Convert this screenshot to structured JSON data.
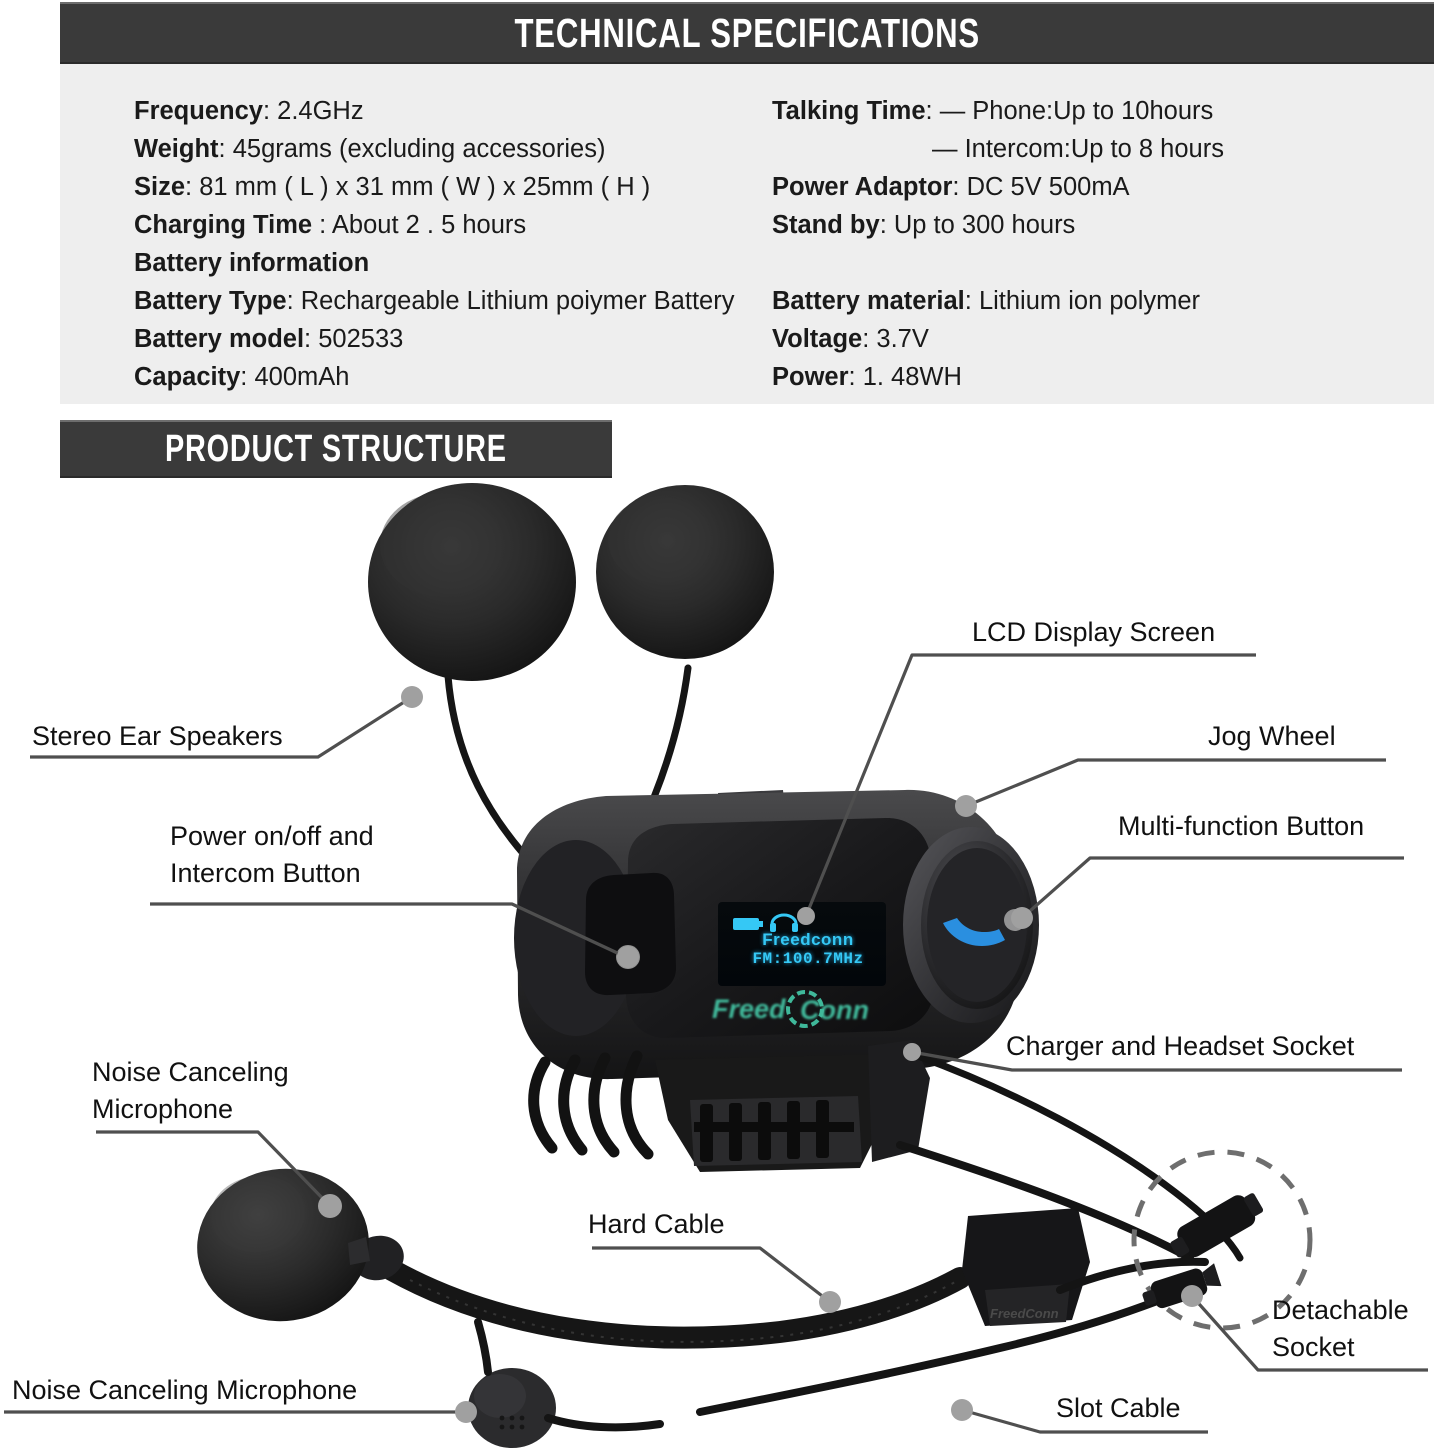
{
  "sections": {
    "specs_title": "TECHNICAL SPECIFICATIONS",
    "structure_title": "PRODUCT STRUCTURE"
  },
  "specs": {
    "left": [
      {
        "label": "Frequency",
        "sep": ": ",
        "value": "2.4GHz"
      },
      {
        "label": "Weight",
        "sep": ": ",
        "value": "45grams (excluding accessories)"
      },
      {
        "label": "Size",
        "sep": ": ",
        "value": "81 mm ( L ) x 31 mm ( W ) x 25mm ( H )"
      },
      {
        "label": "Charging Time",
        "sep": " : ",
        "value": "About 2 . 5 hours"
      },
      {
        "label": "Battery information",
        "sep": "",
        "value": ""
      },
      {
        "label": "Battery Type",
        "sep": ": ",
        "value": "Rechargeable Lithium poiymer Battery"
      },
      {
        "label": "Battery model",
        "sep": ": ",
        "value": "502533"
      },
      {
        "label": "Capacity",
        "sep": ": ",
        "value": "400mAh"
      }
    ],
    "right": [
      {
        "label": "Talking Time",
        "sep": ": ",
        "value": "— Phone:Up to 10hours"
      },
      {
        "label": "",
        "sep": "",
        "value": "— Intercom:Up to 8 hours",
        "indent": true
      },
      {
        "label": "Power Adaptor",
        "sep": ": ",
        "value": "DC 5V 500mA"
      },
      {
        "label": "Stand by",
        "sep": ": ",
        "value": "Up to 300 hours"
      },
      {
        "label": "",
        "sep": "",
        "value": "",
        "spacer": true
      },
      {
        "label": "Battery material",
        "sep": ": ",
        "value": "Lithium ion polymer"
      },
      {
        "label": "Voltage",
        "sep": ": ",
        "value": "3.7V"
      },
      {
        "label": "Power",
        "sep": ": ",
        "value": "1. 48WH"
      }
    ]
  },
  "callouts": {
    "stereo_ear_speakers": "Stereo Ear Speakers",
    "power_intercom_l1": "Power on/off and",
    "power_intercom_l2": "Intercom Button",
    "lcd_display_screen": "LCD Display Screen",
    "jog_wheel": "Jog Wheel",
    "multi_function_button": "Multi-function Button",
    "charger_headset_socket": "Charger and Headset Socket",
    "noise_mic_l1": "Noise Canceling",
    "noise_mic_l2": "Microphone",
    "hard_cable": "Hard Cable",
    "detachable_l1": "Detachable",
    "detachable_l2": "Socket",
    "slot_cable": "Slot Cable",
    "noise_mic_bottom": "Noise Canceling Microphone"
  },
  "device": {
    "lcd_line1": "Freedconn",
    "lcd_line2": "FM:100.7MHz",
    "brand_logo": "FreedConn",
    "lcd_text_color": "#35c8f5",
    "brand_color": "#3fb89a"
  }
}
